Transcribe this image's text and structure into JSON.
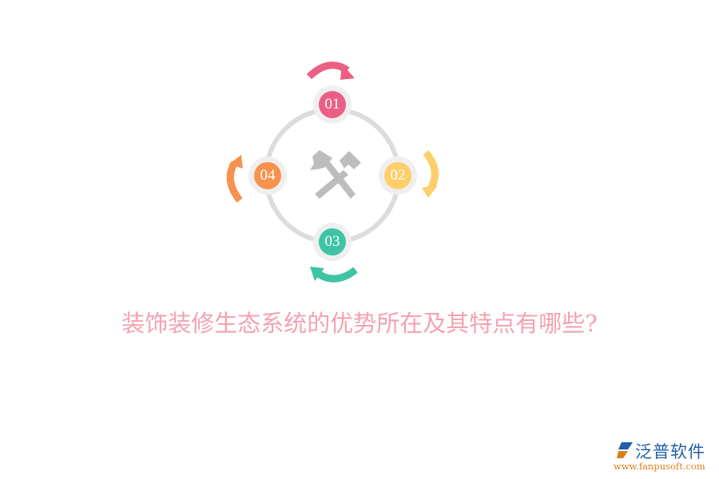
{
  "diagram": {
    "center_icon": "crossed-hammers-icon",
    "steps": [
      {
        "label": "01",
        "color": "#ec5f84",
        "arrow_direction": "clockwise-right"
      },
      {
        "label": "02",
        "color": "#fece6b",
        "arrow_direction": "clockwise-down"
      },
      {
        "label": "03",
        "color": "#3fc3a5",
        "arrow_direction": "clockwise-left"
      },
      {
        "label": "04",
        "color": "#f6924e",
        "arrow_direction": "clockwise-up"
      }
    ],
    "ring_color": "#dcdcdc",
    "badge_halo_color": "#efefef",
    "icon_color": "#bdbdbd"
  },
  "title": {
    "text": "装饰装修生态系统的优势所在及其特点有哪些?",
    "color": "#f4a2b1"
  },
  "logo": {
    "name": "泛普软件",
    "url": "www.fanpusoft.com",
    "icon": "fanpu-logo-icon"
  }
}
